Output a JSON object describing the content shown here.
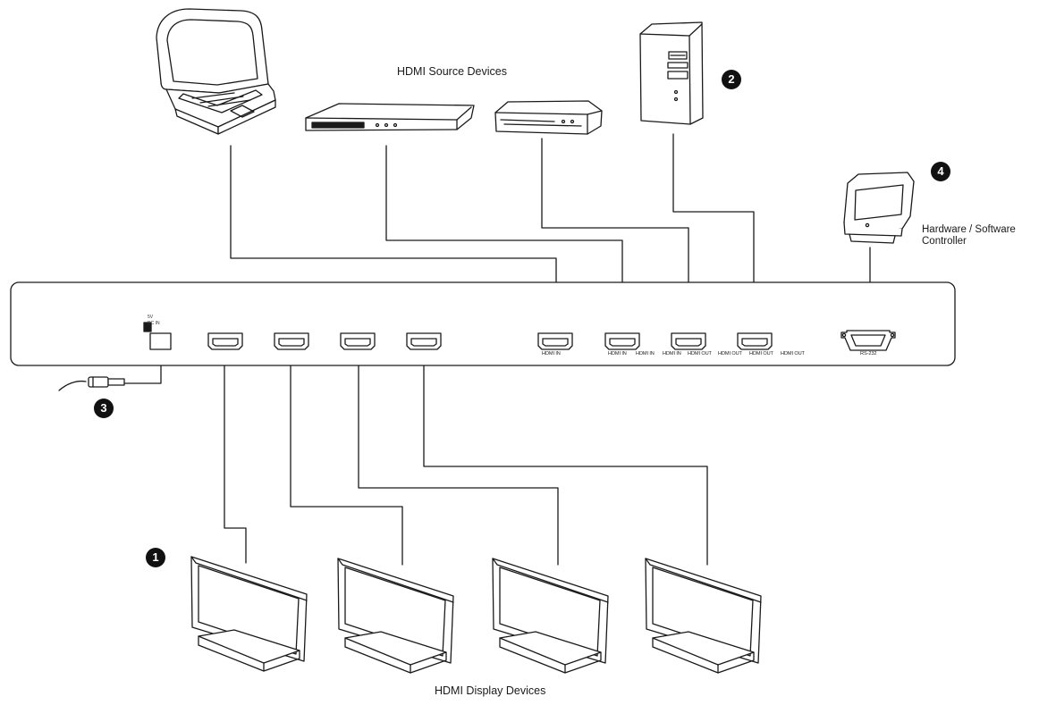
{
  "labels": {
    "source_devices": "HDMI Source Devices",
    "display_devices": "HDMI Display Devices",
    "controller_line1": "Hardware / Software",
    "controller_line2": "Controller"
  },
  "ports": {
    "in1": "HDMI IN",
    "in2": "HDMI IN",
    "in3": "HDMI IN",
    "in4": "HDMI IN",
    "out1": "HDMI OUT",
    "out2": "HDMI OUT",
    "out3": "HDMI OUT",
    "out4": "HDMI OUT",
    "rs232": "RS-232",
    "power_line1": "5V",
    "power_line2": "DC IN"
  },
  "badges": {
    "displays": "1",
    "sources": "2",
    "power": "3",
    "controller": "4"
  },
  "colors": {
    "line": "#1a1a1a",
    "badge": "#111111",
    "device_fill": "#ffffff",
    "panel_fill": "#ffffff"
  }
}
